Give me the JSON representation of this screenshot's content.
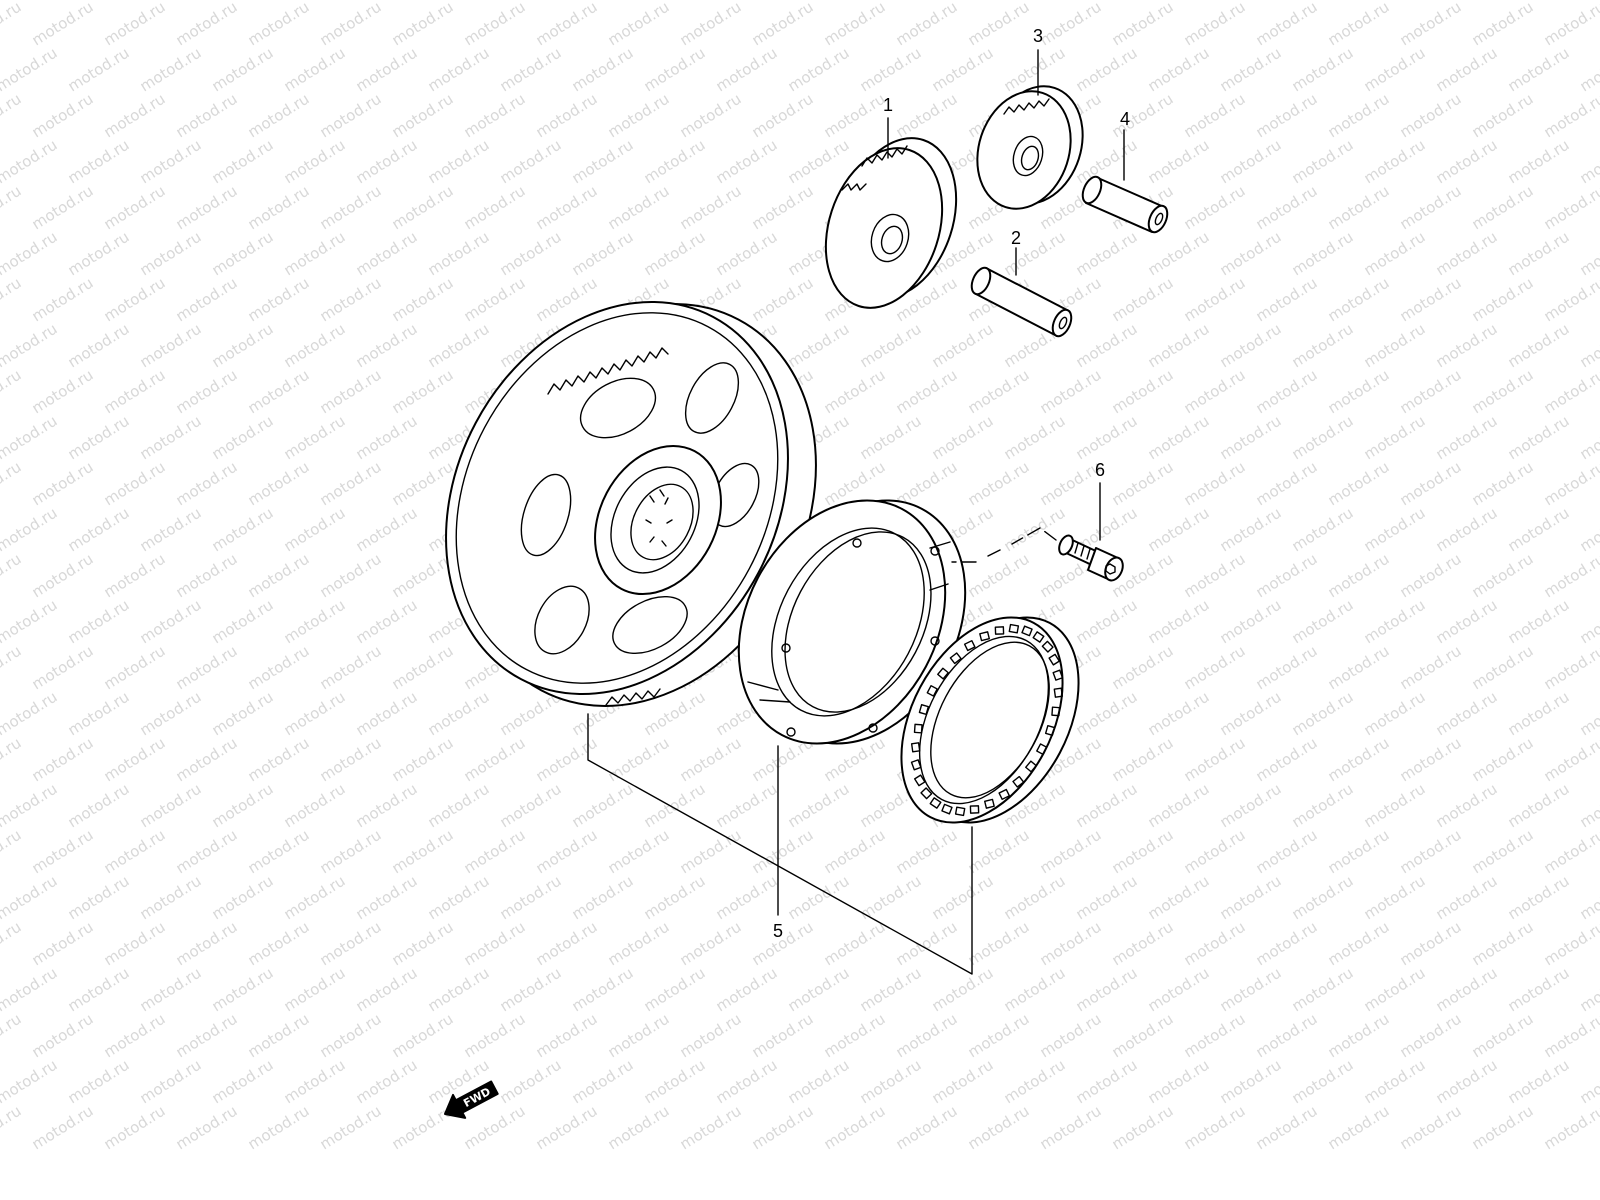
{
  "watermark": {
    "text": "motod.ru",
    "color": "#d8d8d8"
  },
  "parts": [
    {
      "id": "1",
      "label": "1",
      "name": "gear"
    },
    {
      "id": "2",
      "label": "2",
      "name": "shaft"
    },
    {
      "id": "3",
      "label": "3",
      "name": "gear"
    },
    {
      "id": "4",
      "label": "4",
      "name": "shaft"
    },
    {
      "id": "5",
      "label": "5",
      "name": "starter-clutch-assembly"
    },
    {
      "id": "6",
      "label": "6",
      "name": "bolt"
    }
  ],
  "direction_indicator": {
    "label": "FWD",
    "icon": "arrow-left-down-icon"
  },
  "colors": {
    "line": "#000000",
    "background": "#ffffff"
  }
}
